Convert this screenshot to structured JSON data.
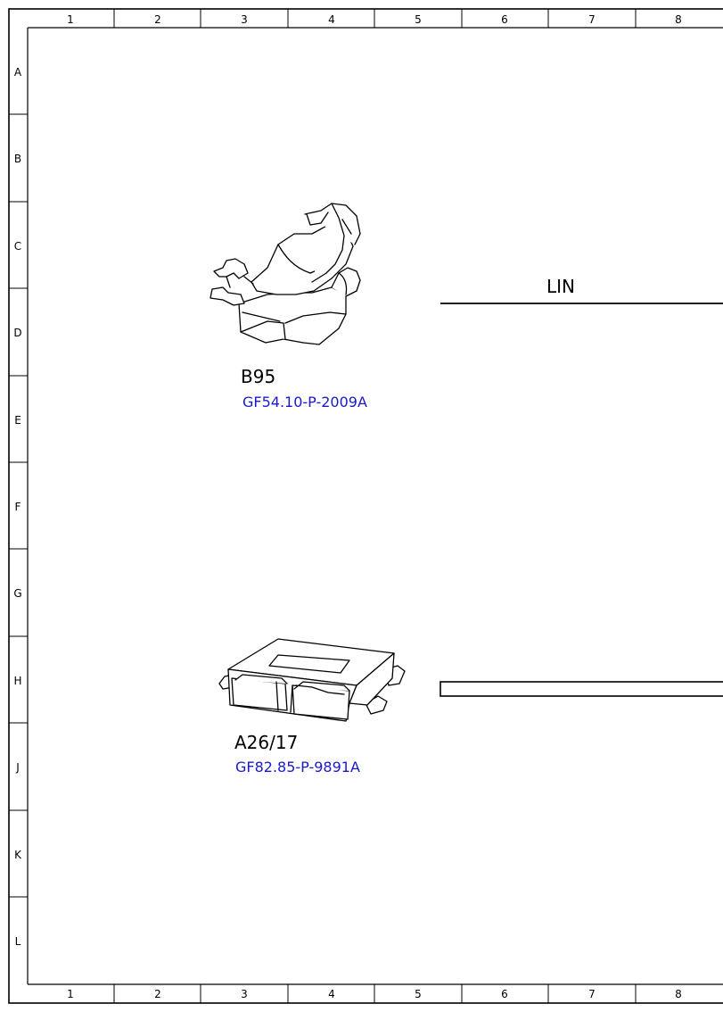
{
  "frame": {
    "columns": [
      "1",
      "2",
      "3",
      "4",
      "5",
      "6",
      "7",
      "8"
    ],
    "rows": [
      "A",
      "B",
      "C",
      "D",
      "E",
      "F",
      "G",
      "H",
      "J",
      "K",
      "L"
    ]
  },
  "components": [
    {
      "id": "B95",
      "ref": "GF54.10-P-2009A"
    },
    {
      "id": "A26/17",
      "ref": "GF82.85-P-9891A"
    }
  ],
  "bus": {
    "label": "LIN"
  },
  "colors": {
    "line": "#000000",
    "link": "#1a1acc",
    "background": "#ffffff"
  }
}
